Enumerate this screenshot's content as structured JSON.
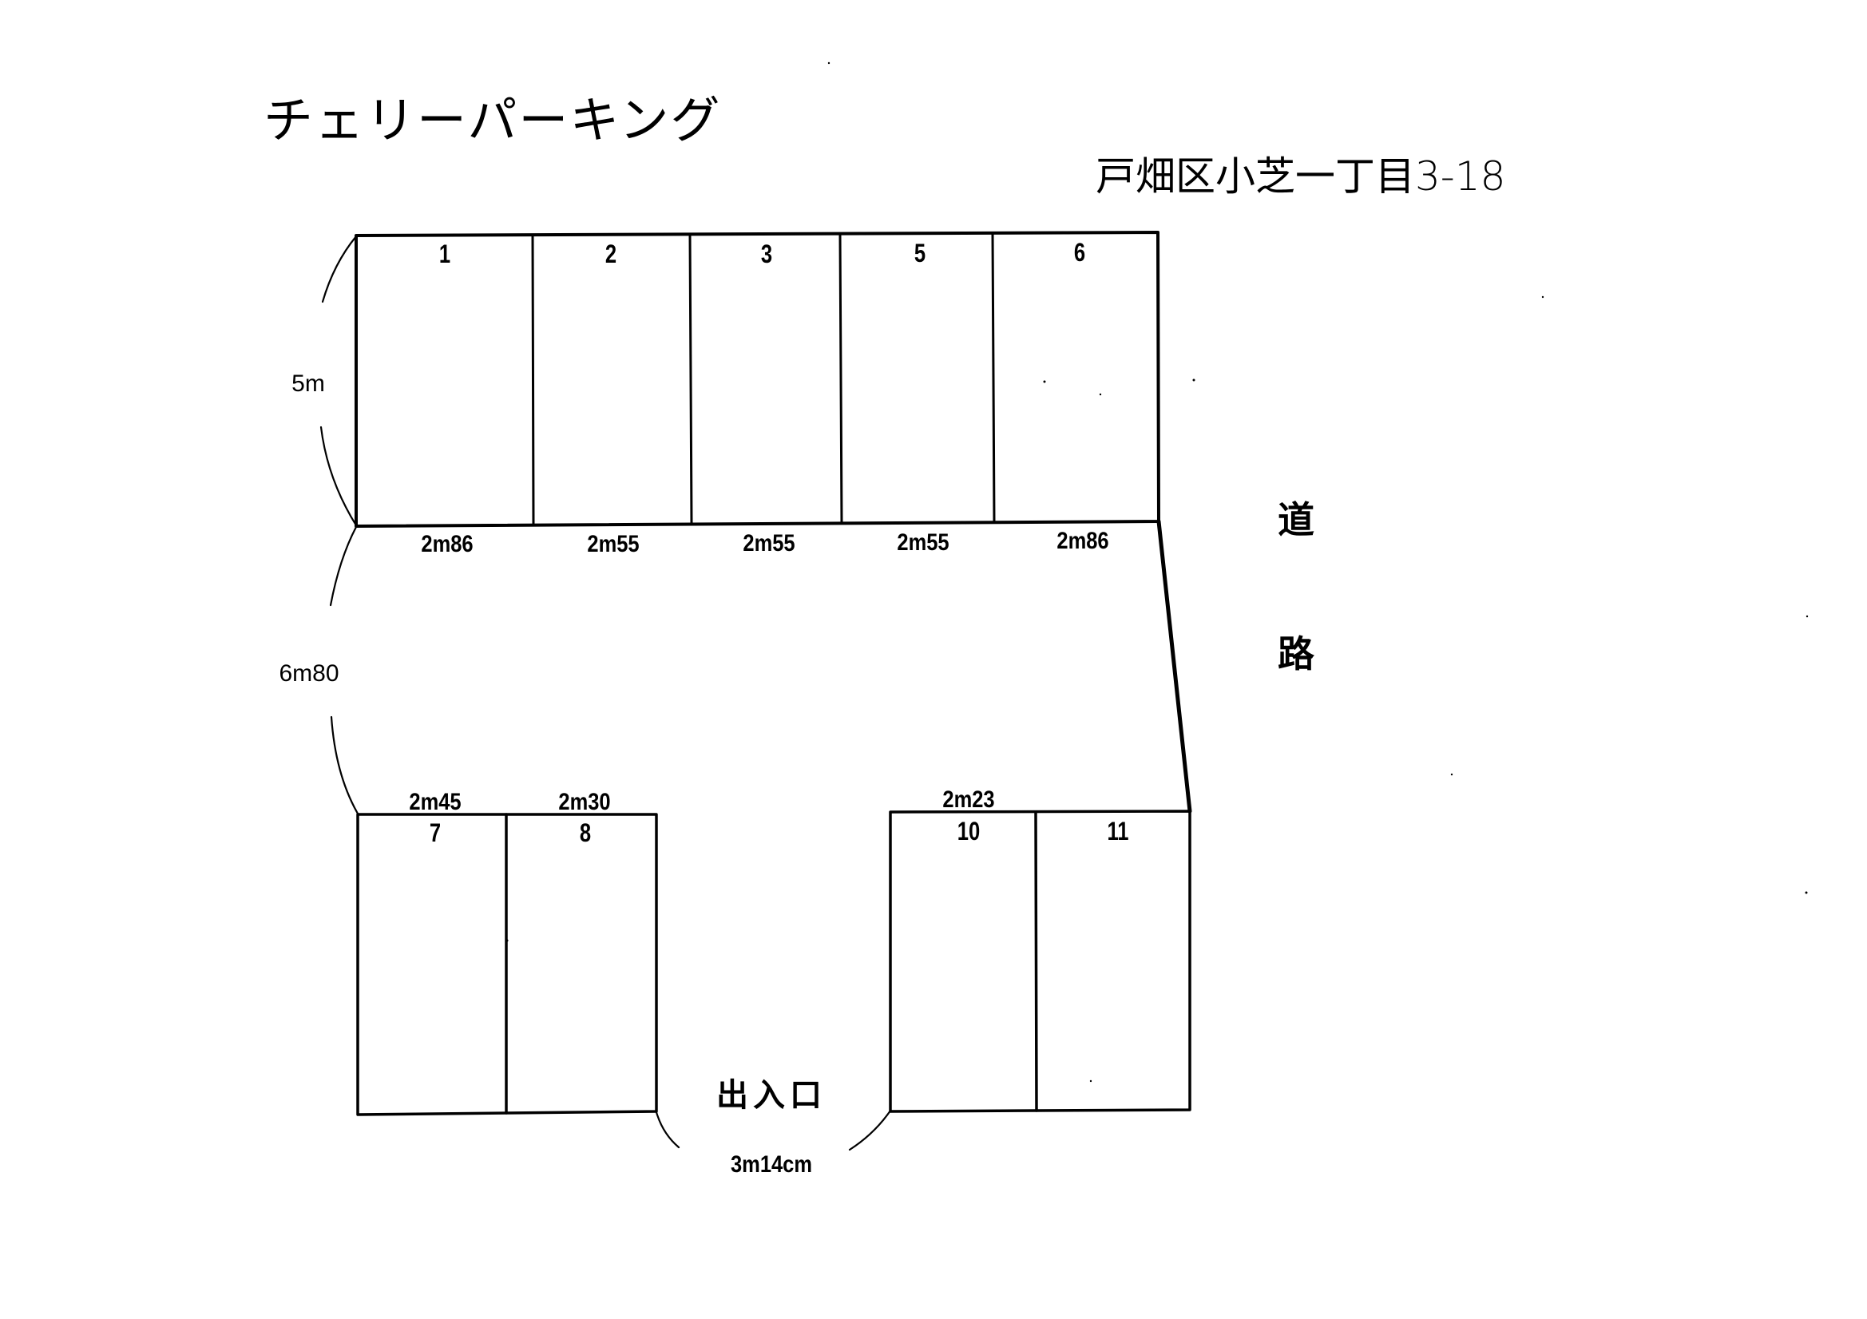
{
  "title": "チェリーパーキング",
  "address": "戸畑区小芝一丁目3-18",
  "road_label": {
    "char1": "道",
    "char2": "路"
  },
  "entrance": {
    "label": "出入口",
    "width": "3m14cm"
  },
  "dimensions": {
    "stall_depth": "5m",
    "aisle_width": "6m80"
  },
  "top_row": {
    "stalls": [
      {
        "number": "1",
        "width": "2m86"
      },
      {
        "number": "2",
        "width": "2m55"
      },
      {
        "number": "3",
        "width": "2m55"
      },
      {
        "number": "5",
        "width": "2m55"
      },
      {
        "number": "6",
        "width": "2m86"
      }
    ]
  },
  "bottom_left": {
    "stalls": [
      {
        "number": "7",
        "width": "2m45"
      },
      {
        "number": "8",
        "width": "2m30"
      }
    ]
  },
  "bottom_right": {
    "stalls": [
      {
        "number": "10",
        "width": "2m23"
      },
      {
        "number": "11"
      }
    ]
  }
}
